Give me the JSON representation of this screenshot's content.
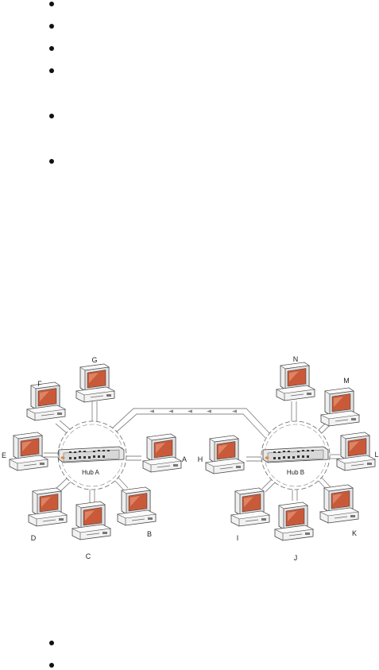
{
  "hubs": [
    {
      "id": "hub-a",
      "label": "Hub A"
    },
    {
      "id": "hub-b",
      "label": "Hub B"
    }
  ],
  "computers": {
    "A": "A",
    "B": "B",
    "C": "C",
    "D": "D",
    "E": "E",
    "F": "F",
    "G": "G",
    "H": "H",
    "I": "I",
    "J": "J",
    "K": "K",
    "L": "L",
    "M": "M",
    "N": "N"
  },
  "colors": {
    "screen": "#c85a3a",
    "screen_highlight": "#f0a888",
    "line": "#888888",
    "case": "#f2f2f2",
    "outline": "#444444"
  },
  "icons": {
    "bullet": "bullet-dot-icon",
    "computer": "desktop-computer-icon",
    "hub": "network-hub-icon"
  }
}
